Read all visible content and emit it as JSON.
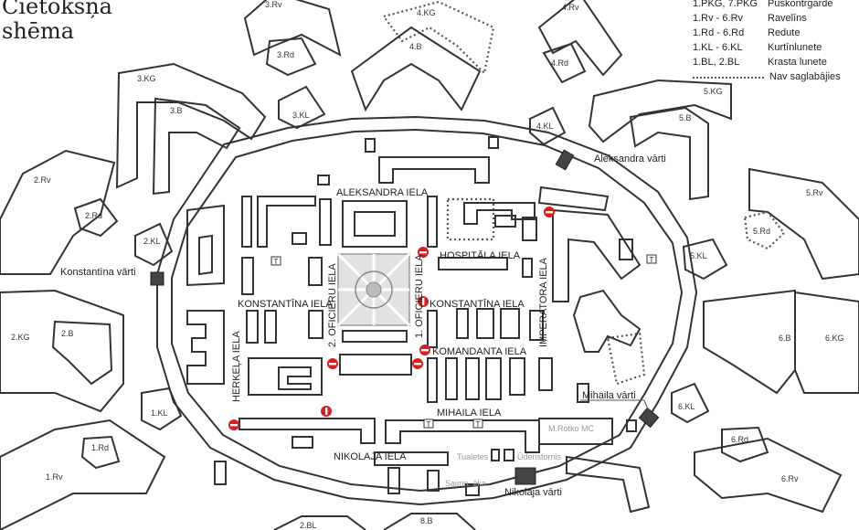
{
  "title": [
    "Cietokšņa",
    "shēma"
  ],
  "legend": [
    {
      "key": "1.PKG, 7.PKG",
      "value": "Puskontrgarde"
    },
    {
      "key": "1.Rv - 6.Rv",
      "value": "Ravelīns"
    },
    {
      "key": "1.Rd - 6.Rd",
      "value": "Redute"
    },
    {
      "key": "1.KL - 6.KL",
      "value": "Kurtīnlunete"
    },
    {
      "key": "1.BL, 2.BL",
      "value": "Krasta lunete"
    },
    {
      "key": "",
      "value": "Nav saglabājies"
    }
  ],
  "streets": [
    "ALEKSANDRA IELA",
    "HOSPITĀLA IELA",
    "KONSTANTĪNA IELA",
    "KONSTANTĪNA IELA",
    "KOMANDANTA IELA",
    "MIHAILA IELA",
    "NIKOLAJA IELA",
    "HERKEĻA IELA",
    "2. OFICIERU IELA",
    "1. OFICIERU IELA",
    "IMPERATORA IELA"
  ],
  "gates": [
    "Aleksandra vārti",
    "Konstantīna vārti",
    "Mihaila vārti",
    "Nikolaja vārti"
  ],
  "places": [
    "M.Rotko MC",
    "Tualetes",
    "Ūdenstornis",
    "Saimn. ēka"
  ],
  "toilet_symbol": "T",
  "fortifications": [
    "3.Rv",
    "4.KG",
    "4.Rv",
    "3.Rd",
    "4.B",
    "4.Rd",
    "3.KG",
    "3.B",
    "3.KL",
    "4.KL",
    "5.KG",
    "5.B",
    "2.Rv",
    "2.Rd",
    "2.KL",
    "5.Rv",
    "5.Rd",
    "5.KL",
    "2.KG",
    "2.B",
    "6.B",
    "6.KG",
    "1.KL",
    "6.KL",
    "1.Rd",
    "6.Rd",
    "1.Rv",
    "6.Rv",
    "2.BL",
    "8.B"
  ],
  "colors": {
    "line": "#333333",
    "text": "#222222",
    "gray_text": "#999999",
    "no_entry": "#d42020"
  }
}
